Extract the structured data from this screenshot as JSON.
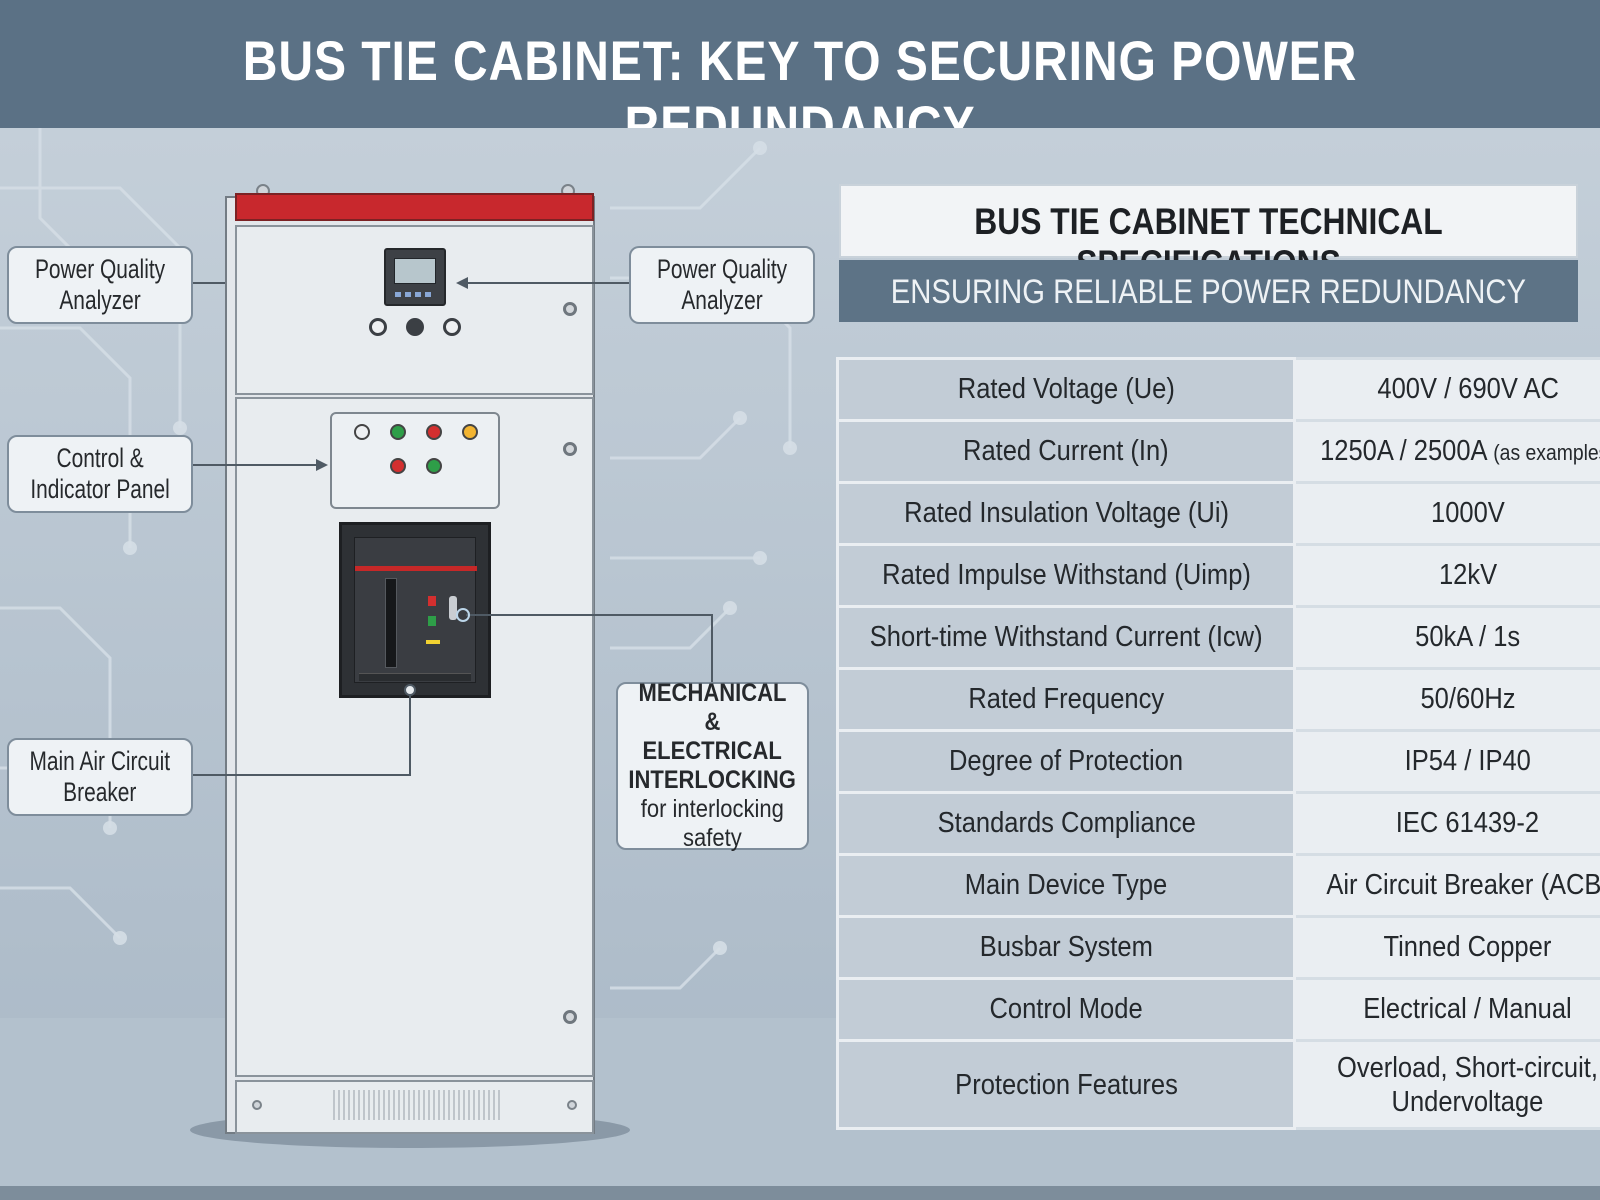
{
  "header": {
    "title": "BUS TIE CABINET: KEY TO SECURING POWER REDUNDANCY"
  },
  "callouts": {
    "left_top": [
      "Power Quality",
      "Analyzer"
    ],
    "right_top": [
      "Power Quality",
      "Analyzer"
    ],
    "control_panel": [
      "Control &",
      "Indicator Panel"
    ],
    "breaker": [
      "Main Air Circuit",
      "Breaker"
    ],
    "interlock": {
      "bold": [
        "MECHANICAL &",
        "ELECTRICAL",
        "INTERLOCKING"
      ],
      "normal": [
        "for interlocking",
        "safety"
      ]
    }
  },
  "specs": {
    "title": "BUS TIE CABINET TECHNICAL SPECIFICATIONS",
    "subtitle": "ENSURING RELIABLE POWER REDUNDANCY",
    "rows": [
      {
        "label": "Rated Voltage (Ue)",
        "value": "400V / 690V AC"
      },
      {
        "label": "Rated Current (In)",
        "value": "1250A / 2500A",
        "note": "(as examples)"
      },
      {
        "label": "Rated Insulation Voltage (Ui)",
        "value": "1000V"
      },
      {
        "label": "Rated Impulse Withstand (Uimp)",
        "value": "12kV"
      },
      {
        "label": "Short-time Withstand Current (Icw)",
        "value": "50kA / 1s"
      },
      {
        "label": "Rated Frequency",
        "value": "50/60Hz"
      },
      {
        "label": "Degree of Protection",
        "value": "IP54 / IP40"
      },
      {
        "label": "Standards Compliance",
        "value": "IEC 61439-2"
      },
      {
        "label": "Main Device Type",
        "value": "Air Circuit Breaker (ACB)"
      },
      {
        "label": "Busbar System",
        "value": "Tinned Copper"
      },
      {
        "label": "Control Mode",
        "value": "Electrical / Manual"
      },
      {
        "label": "Protection Features",
        "value": [
          "Overload, Short-circuit,",
          "Undervoltage"
        ]
      }
    ]
  },
  "colors": {
    "header": "#5b7185",
    "cabinet_top": "#c8282d",
    "led_green": "#2e9e48",
    "led_red": "#d32f2f",
    "led_yellow": "#f2b431"
  }
}
